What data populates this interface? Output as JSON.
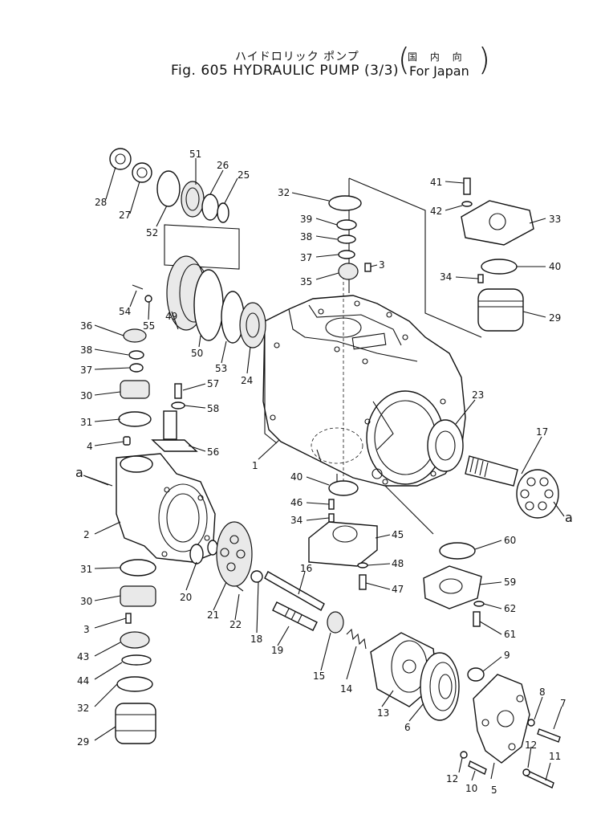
{
  "title": {
    "japanese": "ハイドロリック ポンプ",
    "japanese_region": "国 内 向",
    "figure": "Fig. 605 HYDRAULIC PUMP (3/3)",
    "region": "For Japan"
  },
  "reference_letter": "a",
  "part_labels": [
    {
      "id": "28",
      "text": "28"
    },
    {
      "id": "27",
      "text": "27"
    },
    {
      "id": "52",
      "text": "52"
    },
    {
      "id": "51",
      "text": "51"
    },
    {
      "id": "26",
      "text": "26"
    },
    {
      "id": "25",
      "text": "25"
    },
    {
      "id": "54",
      "text": "54"
    },
    {
      "id": "55",
      "text": "55"
    },
    {
      "id": "49",
      "text": "49"
    },
    {
      "id": "50",
      "text": "50"
    },
    {
      "id": "53",
      "text": "53"
    },
    {
      "id": "24",
      "text": "24"
    },
    {
      "id": "36",
      "text": "36"
    },
    {
      "id": "38a",
      "text": "38"
    },
    {
      "id": "37a",
      "text": "37"
    },
    {
      "id": "30a",
      "text": "30"
    },
    {
      "id": "31a",
      "text": "31"
    },
    {
      "id": "4",
      "text": "4"
    },
    {
      "id": "57",
      "text": "57"
    },
    {
      "id": "58",
      "text": "58"
    },
    {
      "id": "56",
      "text": "56"
    },
    {
      "id": "2",
      "text": "2"
    },
    {
      "id": "31b",
      "text": "31"
    },
    {
      "id": "30b",
      "text": "30"
    },
    {
      "id": "3a",
      "text": "3"
    },
    {
      "id": "43",
      "text": "43"
    },
    {
      "id": "44",
      "text": "44"
    },
    {
      "id": "32a",
      "text": "32"
    },
    {
      "id": "29a",
      "text": "29"
    },
    {
      "id": "20",
      "text": "20"
    },
    {
      "id": "21",
      "text": "21"
    },
    {
      "id": "22",
      "text": "22"
    },
    {
      "id": "18",
      "text": "18"
    },
    {
      "id": "16",
      "text": "16"
    },
    {
      "id": "19",
      "text": "19"
    },
    {
      "id": "15",
      "text": "15"
    },
    {
      "id": "14",
      "text": "14"
    },
    {
      "id": "13",
      "text": "13"
    },
    {
      "id": "6",
      "text": "6"
    },
    {
      "id": "9",
      "text": "9"
    },
    {
      "id": "8",
      "text": "8"
    },
    {
      "id": "7",
      "text": "7"
    },
    {
      "id": "12a",
      "text": "12"
    },
    {
      "id": "12b",
      "text": "12"
    },
    {
      "id": "11",
      "text": "11"
    },
    {
      "id": "10",
      "text": "10"
    },
    {
      "id": "5",
      "text": "5"
    },
    {
      "id": "32b",
      "text": "32"
    },
    {
      "id": "39",
      "text": "39"
    },
    {
      "id": "38b",
      "text": "38"
    },
    {
      "id": "37b",
      "text": "37"
    },
    {
      "id": "35",
      "text": "35"
    },
    {
      "id": "3b",
      "text": "3"
    },
    {
      "id": "41",
      "text": "41"
    },
    {
      "id": "42",
      "text": "42"
    },
    {
      "id": "33",
      "text": "33"
    },
    {
      "id": "34a",
      "text": "34"
    },
    {
      "id": "40a",
      "text": "40"
    },
    {
      "id": "29b",
      "text": "29"
    },
    {
      "id": "23",
      "text": "23"
    },
    {
      "id": "17",
      "text": "17"
    },
    {
      "id": "1",
      "text": "1"
    },
    {
      "id": "40b",
      "text": "40"
    },
    {
      "id": "46",
      "text": "46"
    },
    {
      "id": "34b",
      "text": "34"
    },
    {
      "id": "45",
      "text": "45"
    },
    {
      "id": "48",
      "text": "48"
    },
    {
      "id": "47",
      "text": "47"
    },
    {
      "id": "60",
      "text": "60"
    },
    {
      "id": "59",
      "text": "59"
    },
    {
      "id": "62",
      "text": "62"
    },
    {
      "id": "61",
      "text": "61"
    }
  ]
}
